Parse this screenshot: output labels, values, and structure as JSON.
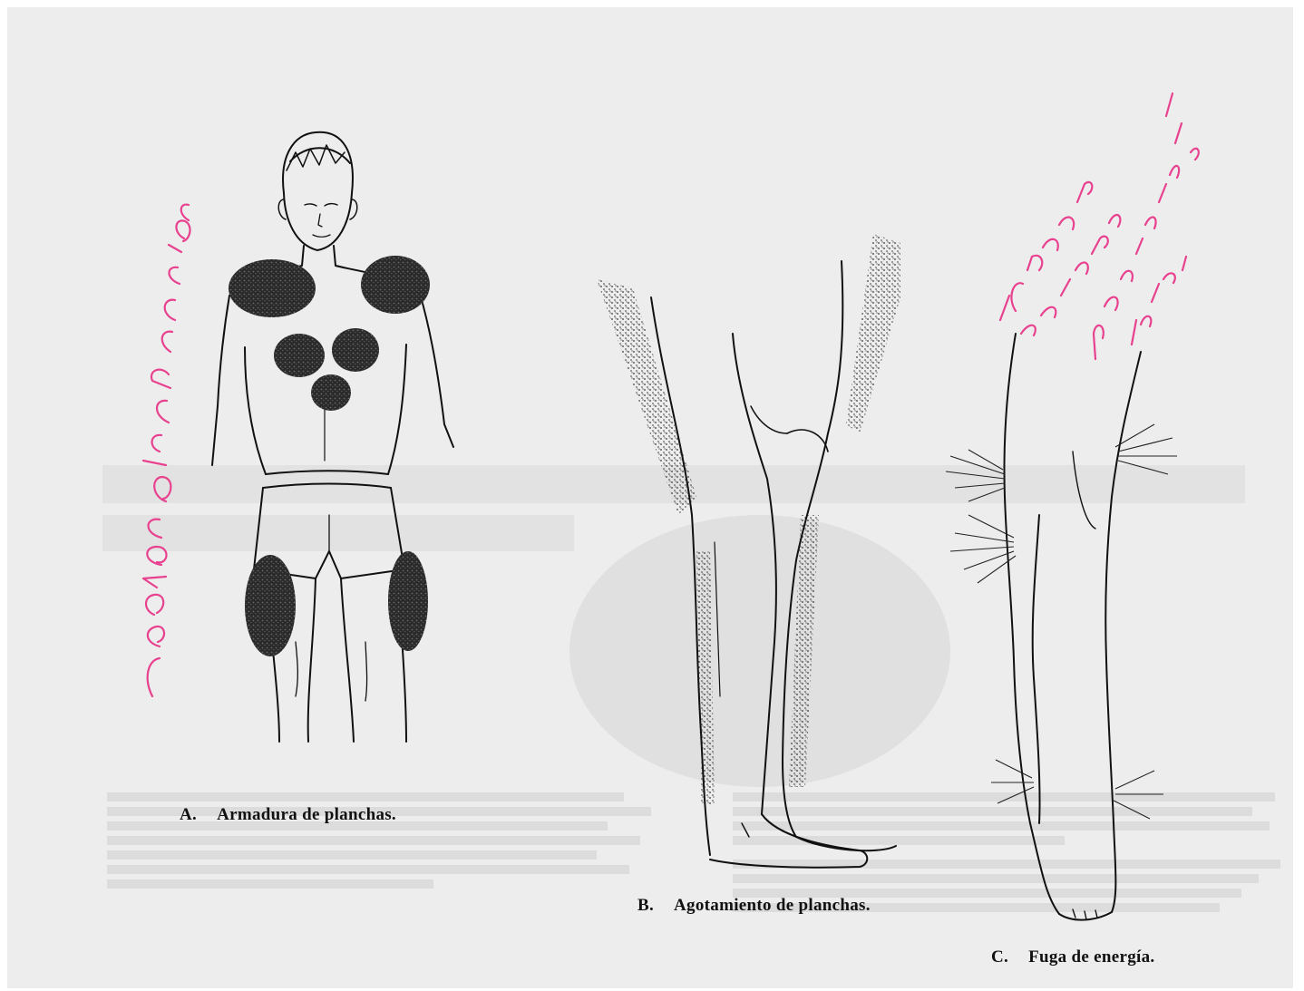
{
  "figures": [
    {
      "letter": "A.",
      "caption": "Armadura de planchas."
    },
    {
      "letter": "B.",
      "caption": "Agotamiento de planchas."
    },
    {
      "letter": "C.",
      "caption": "Fuga de energía."
    }
  ],
  "colors": {
    "paper": "#ededed",
    "ink": "#111111",
    "handwriting": "#e8418f",
    "bleed_through": "#d6d6d6"
  }
}
